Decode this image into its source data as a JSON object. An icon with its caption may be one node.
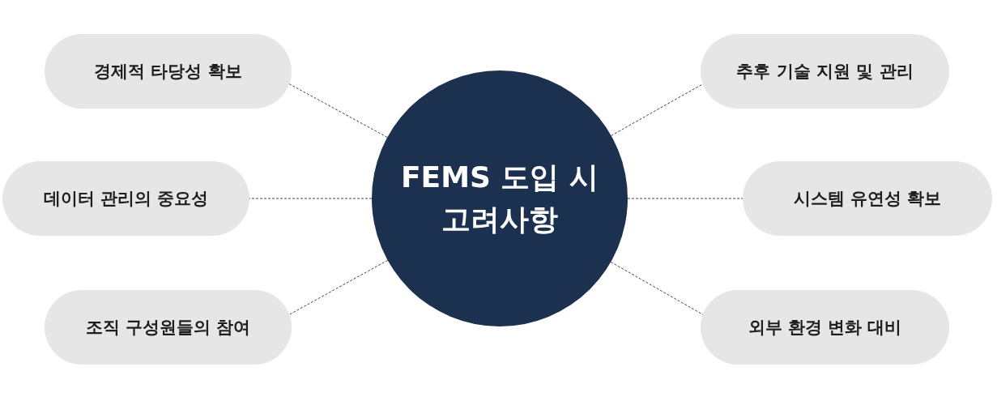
{
  "diagram": {
    "nodes": [
      {
        "text": [
          "FEMS 도입 시 고려사항"
        ]
      },
      {
        "text": [
          "경제적 타당성 확보"
        ]
      },
      {
        "text": [
          "추후 기술 지원 및 관리"
        ]
      },
      {
        "text": [
          "데이터 관리의 중요성"
        ]
      },
      {
        "text": [
          "시스템 유연성 확보"
        ]
      },
      {
        "text": [
          "조직 구성원들의 참여"
        ]
      },
      {
        "text": [
          "외부 환경 변화 대비"
        ]
      }
    ],
    "edges": [
      {
        "from": 0,
        "to": 1,
        "arrow": "none",
        "style": "dashed"
      },
      {
        "from": 0,
        "to": 2,
        "arrow": "none",
        "style": "dashed"
      },
      {
        "from": 0,
        "to": 3,
        "arrow": "none",
        "style": "dashed"
      },
      {
        "from": 0,
        "to": 4,
        "arrow": "none",
        "style": "dashed"
      },
      {
        "from": 0,
        "to": 5,
        "arrow": "none",
        "style": "dashed"
      },
      {
        "from": 0,
        "to": 6,
        "arrow": "none",
        "style": "dashed"
      }
    ]
  }
}
